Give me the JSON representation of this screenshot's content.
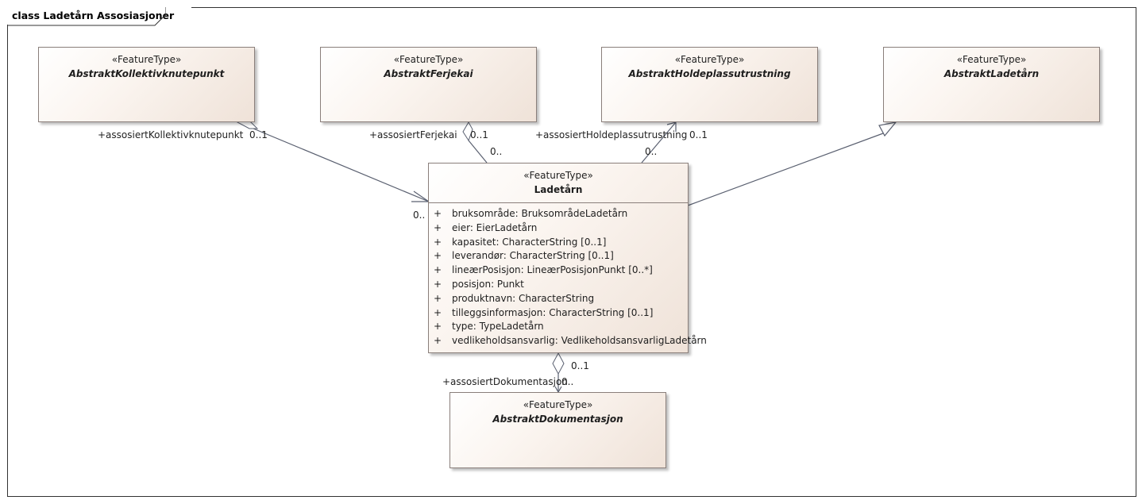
{
  "frame": {
    "title": "class Ladetårn Assosiasjoner"
  },
  "classes": {
    "kollektiv": {
      "stereotype": "«FeatureType»",
      "name": "AbstraktKollektivknutepunkt"
    },
    "ferjekai": {
      "stereotype": "«FeatureType»",
      "name": "AbstraktFerjekai"
    },
    "holdeplass": {
      "stereotype": "«FeatureType»",
      "name": "AbstraktHoldeplassutrustning"
    },
    "ladetaarn_abs": {
      "stereotype": "«FeatureType»",
      "name": "AbstraktLadetårn"
    },
    "ladetaarn": {
      "stereotype": "«FeatureType»",
      "name": "Ladetårn",
      "attributes": [
        {
          "vis": "+",
          "text": "bruksområde: BruksområdeLadetårn"
        },
        {
          "vis": "+",
          "text": "eier: EierLadetårn"
        },
        {
          "vis": "+",
          "text": "kapasitet: CharacterString [0..1]"
        },
        {
          "vis": "+",
          "text": "leverandør: CharacterString [0..1]"
        },
        {
          "vis": "+",
          "text": "lineærPosisjon: LineærPosisjonPunkt [0..*]"
        },
        {
          "vis": "+",
          "text": "posisjon: Punkt"
        },
        {
          "vis": "+",
          "text": "produktnavn: CharacterString"
        },
        {
          "vis": "+",
          "text": "tilleggsinformasjon: CharacterString [0..1]"
        },
        {
          "vis": "+",
          "text": "type: TypeLadetårn"
        },
        {
          "vis": "+",
          "text": "vedlikeholdsansvarlig: VedlikeholdsansvarligLadetårn"
        }
      ]
    },
    "dokumentasjon": {
      "stereotype": "«FeatureType»",
      "name": "AbstraktDokumentasjon"
    }
  },
  "labels": {
    "kollektiv_role": "+assosiertKollektivknutepunkt",
    "kollektiv_mult": "0..1",
    "kollektiv_src_mult": "0..",
    "ferjekai_role": "+assosiertFerjekai",
    "ferjekai_mult": "0..1",
    "ferjekai_src_mult": "0..",
    "holdeplass_role": "+assosiertHoldeplassutrustning",
    "holdeplass_mult": "0..1",
    "holdeplass_src_mult": "0..",
    "dok_mult_top": "0..1",
    "dok_role": "+assosiertDokumentasjon",
    "dok_mult": "0.."
  }
}
